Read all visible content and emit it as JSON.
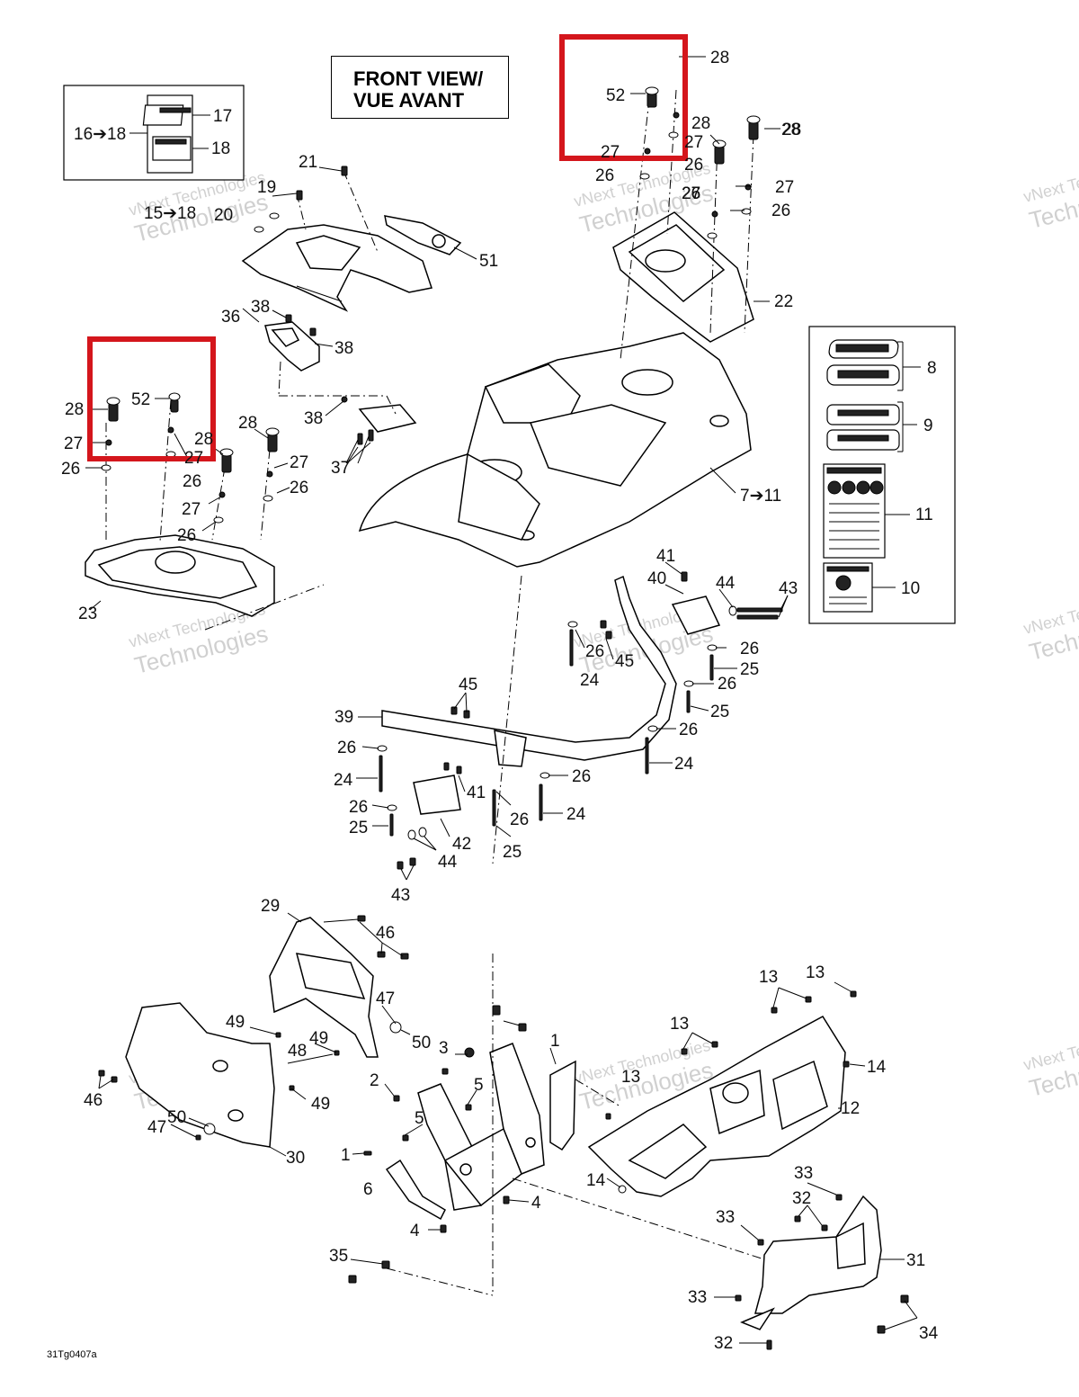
{
  "title": {
    "line1": "FRONT VIEW/",
    "line2": "VUE AVANT"
  },
  "drawing_code": "31Tg0407a",
  "watermark": {
    "line1": "vNext Technologies",
    "line2": "Technologies"
  },
  "colors": {
    "highlight": "#d4161c",
    "watermark": "#bdbdbd"
  },
  "callouts": [
    {
      "id": "c-16-18",
      "text": "16➔18"
    },
    {
      "id": "c-17",
      "text": "17"
    },
    {
      "id": "c-18",
      "text": "18"
    },
    {
      "id": "c-15-18",
      "text": "15➔18"
    },
    {
      "id": "c-19",
      "text": "19"
    },
    {
      "id": "c-20",
      "text": "20"
    },
    {
      "id": "c-21",
      "text": "21"
    },
    {
      "id": "c-51",
      "text": "51"
    },
    {
      "id": "c-36",
      "text": "36"
    },
    {
      "id": "c-38a",
      "text": "38"
    },
    {
      "id": "c-38b",
      "text": "38"
    },
    {
      "id": "c-38c",
      "text": "38"
    },
    {
      "id": "c-37",
      "text": "37"
    },
    {
      "id": "c-52a",
      "text": "52"
    },
    {
      "id": "c-28a",
      "text": "28"
    },
    {
      "id": "c-27a",
      "text": "27"
    },
    {
      "id": "c-26a",
      "text": "26"
    },
    {
      "id": "c-28b",
      "text": "28"
    },
    {
      "id": "c-27b",
      "text": "27"
    },
    {
      "id": "c-26b",
      "text": "26"
    },
    {
      "id": "c-28c",
      "text": "28"
    },
    {
      "id": "c-28d",
      "text": "28"
    },
    {
      "id": "c-27c",
      "text": "27"
    },
    {
      "id": "c-26c",
      "text": "26"
    },
    {
      "id": "c-22",
      "text": "22"
    },
    {
      "id": "c-52b",
      "text": "52"
    },
    {
      "id": "c-28e",
      "text": "28"
    },
    {
      "id": "c-27d",
      "text": "27"
    },
    {
      "id": "c-26d",
      "text": "26"
    },
    {
      "id": "c-28f",
      "text": "28"
    },
    {
      "id": "c-26e",
      "text": "26"
    },
    {
      "id": "c-27e",
      "text": "27"
    },
    {
      "id": "c-26f",
      "text": "26"
    },
    {
      "id": "c-27f",
      "text": "27"
    },
    {
      "id": "c-26g",
      "text": "26"
    },
    {
      "id": "c-28g",
      "text": "28"
    },
    {
      "id": "c-27g",
      "text": "27"
    },
    {
      "id": "c-26h",
      "text": "26"
    },
    {
      "id": "c-27h",
      "text": "27"
    },
    {
      "id": "c-26i",
      "text": "26"
    },
    {
      "id": "c-23",
      "text": "23"
    },
    {
      "id": "c-8",
      "text": "8"
    },
    {
      "id": "c-9",
      "text": "9"
    },
    {
      "id": "c-7-11",
      "text": "7➔11"
    },
    {
      "id": "c-11",
      "text": "11"
    },
    {
      "id": "c-10",
      "text": "10"
    },
    {
      "id": "c-41a",
      "text": "41"
    },
    {
      "id": "c-40",
      "text": "40"
    },
    {
      "id": "c-44a",
      "text": "44"
    },
    {
      "id": "c-43a",
      "text": "43"
    },
    {
      "id": "c-26j",
      "text": "26"
    },
    {
      "id": "c-45a",
      "text": "45"
    },
    {
      "id": "c-24a",
      "text": "24"
    },
    {
      "id": "c-26k",
      "text": "26"
    },
    {
      "id": "c-25a",
      "text": "25"
    },
    {
      "id": "c-26l",
      "text": "26"
    },
    {
      "id": "c-25b",
      "text": "25"
    },
    {
      "id": "c-26m",
      "text": "26"
    },
    {
      "id": "c-24b",
      "text": "24"
    },
    {
      "id": "c-45b",
      "text": "45"
    },
    {
      "id": "c-39",
      "text": "39"
    },
    {
      "id": "c-26n",
      "text": "26"
    },
    {
      "id": "c-24c",
      "text": "24"
    },
    {
      "id": "c-41b",
      "text": "41"
    },
    {
      "id": "c-26o",
      "text": "26"
    },
    {
      "id": "c-26p",
      "text": "26"
    },
    {
      "id": "c-24d",
      "text": "24"
    },
    {
      "id": "c-26q",
      "text": "26"
    },
    {
      "id": "c-25c",
      "text": "25"
    },
    {
      "id": "c-42",
      "text": "42"
    },
    {
      "id": "c-44b",
      "text": "44"
    },
    {
      "id": "c-25d",
      "text": "25"
    },
    {
      "id": "c-43b",
      "text": "43"
    },
    {
      "id": "c-29",
      "text": "29"
    },
    {
      "id": "c-46a",
      "text": "46"
    },
    {
      "id": "c-47a",
      "text": "47"
    },
    {
      "id": "c-50a",
      "text": "50"
    },
    {
      "id": "c-49a",
      "text": "49"
    },
    {
      "id": "c-49b",
      "text": "49"
    },
    {
      "id": "c-48",
      "text": "48"
    },
    {
      "id": "c-49c",
      "text": "49"
    },
    {
      "id": "c-46b",
      "text": "46"
    },
    {
      "id": "c-50b",
      "text": "50"
    },
    {
      "id": "c-47b",
      "text": "47"
    },
    {
      "id": "c-30",
      "text": "30"
    },
    {
      "id": "c-3",
      "text": "3"
    },
    {
      "id": "c-1a",
      "text": "1"
    },
    {
      "id": "c-2",
      "text": "2"
    },
    {
      "id": "c-5a",
      "text": "5"
    },
    {
      "id": "c-5b",
      "text": "5"
    },
    {
      "id": "c-1b",
      "text": "1"
    },
    {
      "id": "c-6",
      "text": "6"
    },
    {
      "id": "c-4a",
      "text": "4"
    },
    {
      "id": "c-4b",
      "text": "4"
    },
    {
      "id": "c-35",
      "text": "35"
    },
    {
      "id": "c-13a",
      "text": "13"
    },
    {
      "id": "c-13b",
      "text": "13"
    },
    {
      "id": "c-13c",
      "text": "13"
    },
    {
      "id": "c-13d",
      "text": "13"
    },
    {
      "id": "c-14a",
      "text": "14"
    },
    {
      "id": "c-12",
      "text": "12"
    },
    {
      "id": "c-14b",
      "text": "14"
    },
    {
      "id": "c-33a",
      "text": "33"
    },
    {
      "id": "c-32a",
      "text": "32"
    },
    {
      "id": "c-33b",
      "text": "33"
    },
    {
      "id": "c-31",
      "text": "31"
    },
    {
      "id": "c-33c",
      "text": "33"
    },
    {
      "id": "c-34",
      "text": "34"
    },
    {
      "id": "c-32b",
      "text": "32"
    }
  ]
}
